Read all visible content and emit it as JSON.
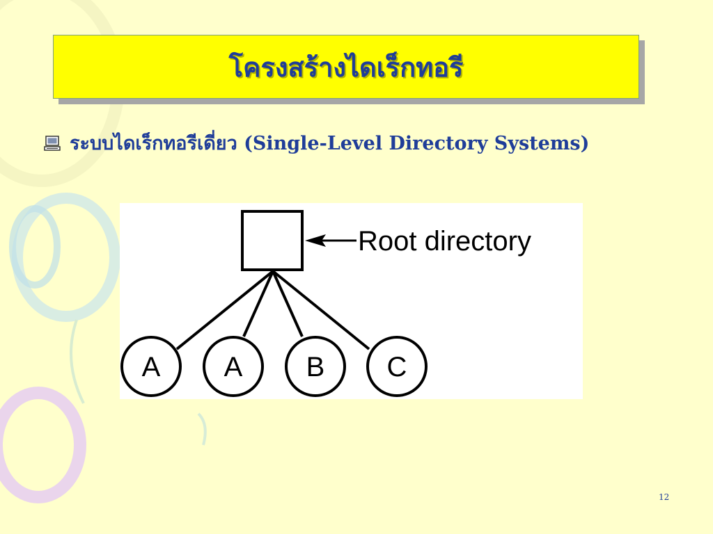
{
  "slide": {
    "title": "โครงสร้างไดเร็กทอรี",
    "bullet_text": "ระบบไดเร็กทอรีเดี่ยว (Single-Level Directory Systems)",
    "bullet_icon": "computer-icon",
    "page_number": "12"
  },
  "diagram": {
    "root_label": "Root directory",
    "files": [
      "A",
      "A",
      "B",
      "C"
    ]
  },
  "colors": {
    "background": "#ffffcc",
    "title_bar": "#ffff00",
    "title_text": "#1f3d99",
    "bullet_text": "#1f3d99"
  }
}
